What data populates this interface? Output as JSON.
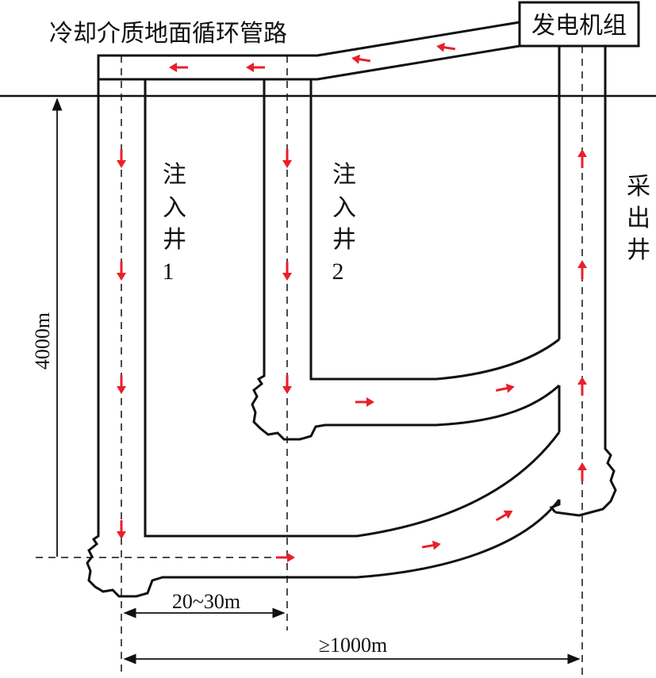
{
  "title": "冷却介质地面循环管路",
  "generator_label": "发电机组",
  "injection_well_1": [
    "注",
    "入",
    "井",
    "1"
  ],
  "injection_well_2": [
    "注",
    "入",
    "井",
    "2"
  ],
  "production_well": [
    "采",
    "出",
    "井"
  ],
  "depth_label": "4000m",
  "spacing_label": "20~30m",
  "distance_label": "≥1000m",
  "colors": {
    "line": "#111111",
    "flow_arrow": "#e8202a"
  }
}
